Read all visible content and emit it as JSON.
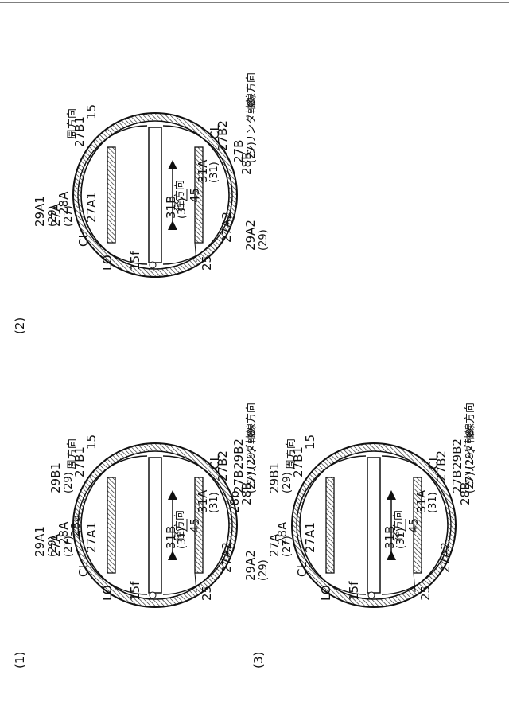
{
  "header_line": true,
  "figures": [
    {
      "id": "fig1",
      "number": "(1)",
      "labels": {
        "circumferential": "周方向",
        "radial": "径方向",
        "axial": "シリンダ軸線方向",
        "axial_symbol": "⊗",
        "housing": "15",
        "inner_face": "15f",
        "center": "45",
        "slit": "25",
        "lo": "LO",
        "cl_top": "CL",
        "cl_bottom": "CL",
        "part_27B1": "27B1",
        "part_27A1": "27A1",
        "part_27B2": "27B2",
        "part_27A2": "27A2",
        "part_28A": "28A",
        "part_28B": "28B",
        "part_28a": "28a",
        "part_28b": "28b",
        "part_27A": "27A",
        "part_27A_ref": "(27)",
        "part_27B": "27B",
        "part_27B_ref": "(27)",
        "part_31A": "31A",
        "part_31A_ref": "(31)",
        "part_31B": "31B",
        "part_31B_ref": "(31)",
        "part_29A1": "29A1",
        "part_29A1_ref": "(29)",
        "part_29A2": "29A2",
        "part_29A2_ref": "(29)",
        "part_29B1": "29B1",
        "part_29B1_ref": "(29)",
        "part_29B2": "29B2",
        "part_29B2_ref": "(29)"
      }
    },
    {
      "id": "fig2",
      "number": "(2)",
      "labels": {
        "circumferential": "周方向",
        "radial": "径方向",
        "axial": "シリンダ軸線方向",
        "axial_symbol": "⊗",
        "housing": "15",
        "inner_face": "15f",
        "center": "45",
        "slit": "25",
        "lo": "LO",
        "cl_top": "CL",
        "cl_bottom": "CL",
        "part_27B1": "27B1",
        "part_27A1": "27A1",
        "part_27B2": "27B2",
        "part_27A2": "27A2",
        "part_28A": "28A",
        "part_28B": "28B",
        "part_27A": "27A",
        "part_27A_ref": "(27)",
        "part_27B": "27B",
        "part_27B_ref": "(27)",
        "part_31A": "31A",
        "part_31A_ref": "(31)",
        "part_31B": "31B",
        "part_31B_ref": "(31)",
        "part_29A1": "29A1",
        "part_29A1_ref": "(29)",
        "part_29A2": "29A2",
        "part_29A2_ref": "(29)"
      }
    },
    {
      "id": "fig3",
      "number": "(3)",
      "labels": {
        "circumferential": "周方向",
        "radial": "径方向",
        "axial": "シリンダ軸線方向",
        "axial_symbol": "⊗",
        "housing": "15",
        "inner_face": "15f",
        "center": "45",
        "slit": "25",
        "lo": "LO",
        "cl_top": "CL",
        "cl_bottom": "CL",
        "part_27B1": "27B1",
        "part_27A1": "27A1",
        "part_27B2": "27B2",
        "part_27A2": "27A2",
        "part_28A": "28A",
        "part_28B": "28B",
        "part_27A": "27A",
        "part_27A_ref": "(27)",
        "part_27B": "27B",
        "part_27B_ref": "(27)",
        "part_31A": "31A",
        "part_31A_ref": "(31)",
        "part_31B": "31B",
        "part_31B_ref": "(31)",
        "part_29B1": "29B1",
        "part_29B1_ref": "(29)",
        "part_29B2": "29B2",
        "part_29B2_ref": "(29)"
      }
    }
  ]
}
